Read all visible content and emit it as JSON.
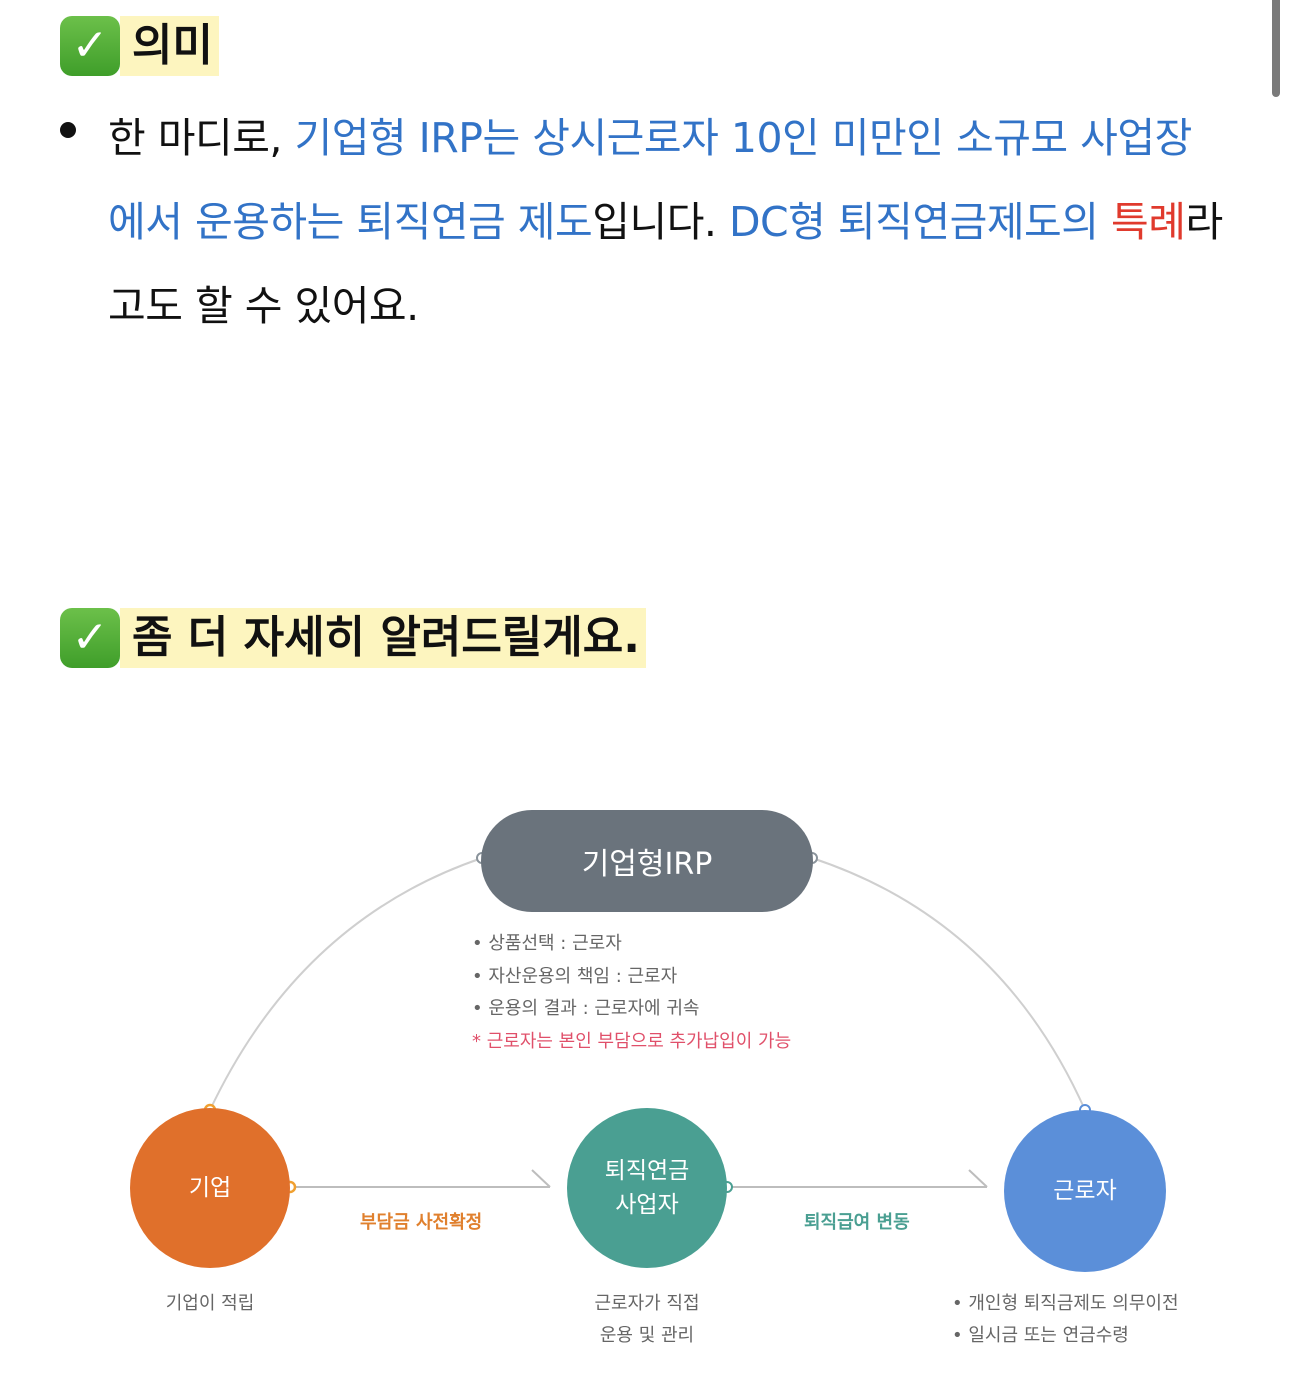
{
  "section_meaning": {
    "check_icon": "✓",
    "title": "의미",
    "paragraph": {
      "seg1": "한 마디로, ",
      "seg2": "기업형 IRP는 상시근로자 10인 미만인 소규모 사업장에서 운용하는 퇴직연금 제도",
      "seg3": "입니다. ",
      "seg4": "DC형 퇴직연금제도의 ",
      "seg5": "특례",
      "seg6": "라고도 할 수 있어요."
    }
  },
  "section_detail": {
    "check_icon": "✓",
    "title": "좀 더 자세히 알려드릴게요."
  },
  "diagram": {
    "top_node": "기업형IRP",
    "info_lines": [
      "• 상품선택 : 근로자",
      "• 자산운용의 책임 : 근로자",
      "• 운용의 결과 : 근로자에 귀속"
    ],
    "info_note": "* 근로자는 본인 부담으로 추가납입이 가능",
    "nodes": {
      "company": "기업",
      "provider_line1": "퇴직연금",
      "provider_line2": "사업자",
      "worker": "근로자"
    },
    "flows": {
      "company_to_provider": "부담금 사전확정",
      "provider_to_worker": "퇴직급여 변동"
    },
    "captions": {
      "company": "기업이 적립",
      "provider_line1": "근로자가 직접",
      "provider_line2": "운용 및 관리",
      "worker_line1": "• 개인형 퇴직금제도 의무이전",
      "worker_line2": "• 일시금 또는 연금수령"
    },
    "colors": {
      "top_node": "#6a737c",
      "company": "#e0702b",
      "provider": "#4a9f92",
      "worker": "#5b8fd9",
      "note": "#e0506a"
    }
  }
}
